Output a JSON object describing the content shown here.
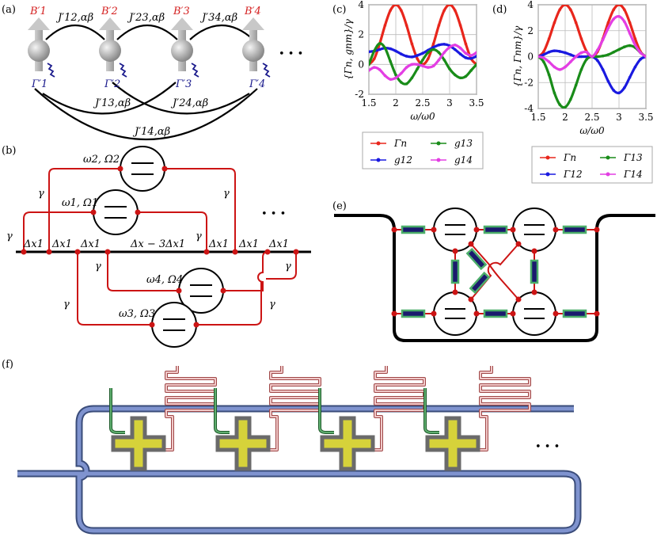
{
  "panels": {
    "a": {
      "label": "(a)",
      "fields": [
        "B′1",
        "B′2",
        "B′3",
        "B′4"
      ],
      "decay": [
        "Γ′1",
        "Γ′2",
        "Γ′3",
        "Γ′4"
      ],
      "couplings": [
        "J′12,αβ",
        "J′23,αβ",
        "J′34,αβ",
        "J′13,αβ",
        "J′24,αβ",
        "J′14,αβ"
      ],
      "ellipsis": "• • •"
    },
    "b": {
      "label": "(b)",
      "atoms": [
        "ω2, Ω2",
        "ω1, Ω1",
        "ω4, Ω4",
        "ω3, Ω3"
      ],
      "gamma": "γ",
      "spacing": "Δx1",
      "middle_spacing": "Δx − 3Δx1",
      "ellipsis": "• • •"
    },
    "c": {
      "label": "(c)"
    },
    "d": {
      "label": "(d)"
    },
    "e": {
      "label": "(e)"
    },
    "f": {
      "label": "(f)",
      "ellipsis": "• • •"
    }
  },
  "chart_data": [
    {
      "type": "line",
      "panel": "c",
      "xlabel": "ω/ω0",
      "ylabel": "{Γn, gnm}/γ",
      "xlim": [
        1.5,
        3.5
      ],
      "ylim": [
        -2,
        4
      ],
      "xticks": [
        "1.5",
        "2",
        "2.5",
        "3",
        "3.5"
      ],
      "yticks": [
        "4",
        "2",
        "0",
        "-2"
      ],
      "grid": true,
      "legend_position": "below",
      "colors": {
        "Γn": "#e8261c",
        "g12": "#1a1ae0",
        "g13": "#198c19",
        "g14": "#e33ee3"
      },
      "series": [
        {
          "name": "Γn",
          "x": [
            1.5,
            1.6,
            1.7,
            1.8,
            1.9,
            2.0,
            2.1,
            2.2,
            2.3,
            2.4,
            2.5,
            2.6,
            2.7,
            2.8,
            2.9,
            3.0,
            3.1,
            3.2,
            3.3,
            3.4,
            3.5
          ],
          "values": [
            0.0,
            0.38,
            1.38,
            2.62,
            3.62,
            4.0,
            3.62,
            2.62,
            1.38,
            0.38,
            0.0,
            0.38,
            1.38,
            2.62,
            3.62,
            4.0,
            3.62,
            2.62,
            1.38,
            0.38,
            0.0
          ]
        },
        {
          "name": "g12",
          "x": [
            1.5,
            1.6,
            1.7,
            1.8,
            1.9,
            2.0,
            2.1,
            2.2,
            2.3,
            2.4,
            2.5,
            2.6,
            2.7,
            2.8,
            2.9,
            3.0,
            3.1,
            3.2,
            3.3,
            3.4,
            3.5
          ],
          "values": [
            0.85,
            0.9,
            1.0,
            1.1,
            1.05,
            0.9,
            0.7,
            0.55,
            0.5,
            0.6,
            0.75,
            0.95,
            1.15,
            1.3,
            1.35,
            1.25,
            1.0,
            0.7,
            0.45,
            0.4,
            0.55
          ]
        },
        {
          "name": "g13",
          "x": [
            1.5,
            1.6,
            1.7,
            1.8,
            1.9,
            2.0,
            2.1,
            2.2,
            2.3,
            2.4,
            2.5,
            2.6,
            2.7,
            2.8,
            2.9,
            3.0,
            3.1,
            3.2,
            3.3,
            3.4,
            3.5
          ],
          "values": [
            0.0,
            0.9,
            1.4,
            1.1,
            0.2,
            -0.7,
            -1.2,
            -1.3,
            -0.9,
            -0.3,
            0.3,
            0.8,
            1.0,
            0.8,
            0.3,
            -0.3,
            -0.7,
            -0.9,
            -0.8,
            -0.4,
            0.0
          ]
        },
        {
          "name": "g14",
          "x": [
            1.5,
            1.6,
            1.7,
            1.8,
            1.9,
            2.0,
            2.1,
            2.2,
            2.3,
            2.4,
            2.5,
            2.6,
            2.7,
            2.8,
            2.9,
            3.0,
            3.1,
            3.2,
            3.3,
            3.4,
            3.5
          ],
          "values": [
            -0.4,
            -0.2,
            -0.35,
            -0.75,
            -1.0,
            -0.9,
            -0.6,
            -0.2,
            0.0,
            0.0,
            -0.1,
            -0.2,
            -0.1,
            0.3,
            0.8,
            1.15,
            1.3,
            1.1,
            0.75,
            0.6,
            0.8
          ]
        }
      ]
    },
    {
      "type": "line",
      "panel": "d",
      "xlabel": "ω/ω0",
      "ylabel": "{Γn, Γnm}/γ",
      "xlim": [
        1.5,
        3.5
      ],
      "ylim": [
        -4,
        4
      ],
      "xticks": [
        "1.5",
        "2",
        "2.5",
        "3",
        "3.5"
      ],
      "yticks": [
        "4",
        "2",
        "0",
        "-2",
        "-4"
      ],
      "grid": true,
      "legend_position": "below",
      "colors": {
        "Γn": "#e8261c",
        "Γ12": "#1a1ae0",
        "Γ13": "#198c19",
        "Γ14": "#e33ee3"
      },
      "series": [
        {
          "name": "Γn",
          "x": [
            1.5,
            1.6,
            1.7,
            1.8,
            1.9,
            2.0,
            2.1,
            2.2,
            2.3,
            2.4,
            2.5,
            2.6,
            2.7,
            2.8,
            2.9,
            3.0,
            3.1,
            3.2,
            3.3,
            3.4,
            3.5
          ],
          "values": [
            0.0,
            0.38,
            1.38,
            2.62,
            3.62,
            4.0,
            3.62,
            2.62,
            1.38,
            0.38,
            0.0,
            0.38,
            1.38,
            2.62,
            3.62,
            4.0,
            3.62,
            2.62,
            1.38,
            0.38,
            0.0
          ]
        },
        {
          "name": "Γ12",
          "x": [
            1.5,
            1.6,
            1.7,
            1.8,
            1.9,
            2.0,
            2.1,
            2.2,
            2.3,
            2.4,
            2.5,
            2.6,
            2.7,
            2.8,
            2.9,
            3.0,
            3.1,
            3.2,
            3.3,
            3.4,
            3.5
          ],
          "values": [
            0.0,
            0.15,
            0.35,
            0.45,
            0.4,
            0.3,
            0.15,
            0.0,
            0.0,
            0.0,
            0.0,
            -0.3,
            -1.0,
            -1.9,
            -2.6,
            -2.8,
            -2.4,
            -1.6,
            -0.8,
            -0.2,
            0.0
          ]
        },
        {
          "name": "Γ13",
          "x": [
            1.5,
            1.6,
            1.7,
            1.8,
            1.9,
            2.0,
            2.1,
            2.2,
            2.3,
            2.4,
            2.5,
            2.6,
            2.7,
            2.8,
            2.9,
            3.0,
            3.1,
            3.2,
            3.3,
            3.4,
            3.5
          ],
          "values": [
            0.0,
            -0.4,
            -1.4,
            -2.8,
            -3.7,
            -3.9,
            -3.3,
            -2.2,
            -1.0,
            -0.2,
            0.0,
            0.0,
            0.05,
            0.15,
            0.35,
            0.55,
            0.75,
            0.85,
            0.7,
            0.3,
            0.0
          ]
        },
        {
          "name": "Γ14",
          "x": [
            1.5,
            1.6,
            1.7,
            1.8,
            1.9,
            2.0,
            2.1,
            2.2,
            2.3,
            2.4,
            2.5,
            2.6,
            2.7,
            2.8,
            2.9,
            3.0,
            3.1,
            3.2,
            3.3,
            3.4,
            3.5
          ],
          "values": [
            0.0,
            -0.1,
            -0.4,
            -0.8,
            -1.0,
            -0.8,
            -0.4,
            0.0,
            0.3,
            0.35,
            0.0,
            0.5,
            1.3,
            2.2,
            2.9,
            3.1,
            2.7,
            1.8,
            0.9,
            0.3,
            0.0
          ]
        }
      ]
    }
  ]
}
